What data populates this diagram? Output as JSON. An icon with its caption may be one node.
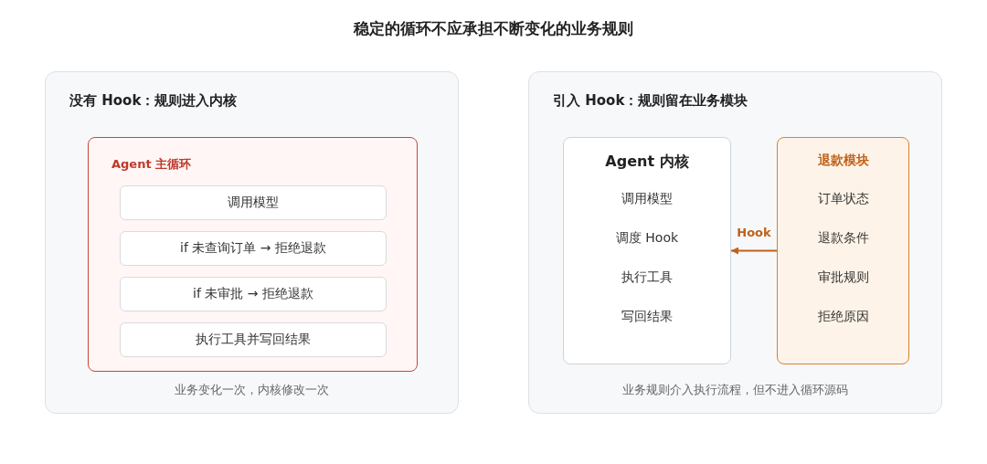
{
  "diagram": {
    "title": "稳定的循环不应承担不断变化的业务规则",
    "nodes": [
      {
        "text": [
          "没有 Hook：规则进入内核",
          "业务变化一次，内核修改一次"
        ]
      },
      {
        "text": [
          "Agent 主循环"
        ],
        "in": 0
      },
      {
        "text": [
          "调用模型"
        ],
        "in": 1
      },
      {
        "text": [
          "if 未查询订单 → 拒绝退款"
        ],
        "in": 1
      },
      {
        "text": [
          "if 未审批 → 拒绝退款"
        ],
        "in": 1
      },
      {
        "text": [
          "执行工具并写回结果"
        ],
        "in": 1
      },
      {
        "text": [
          "引入 Hook：规则留在业务模块",
          "业务规则介入执行流程，但不进入循环源码"
        ]
      },
      {
        "text": [
          "Agent 内核",
          "调用模型",
          "调度 Hook",
          "执行工具",
          "写回结果"
        ],
        "in": 6
      },
      {
        "text": [
          "退款模块",
          "订单状态",
          "退款条件",
          "审批规则",
          "拒绝原因"
        ],
        "in": 6
      }
    ],
    "edges": [
      {
        "from": 8,
        "to": 7,
        "arrow": "to",
        "label": "Hook",
        "color": "#c0601a"
      }
    ]
  }
}
